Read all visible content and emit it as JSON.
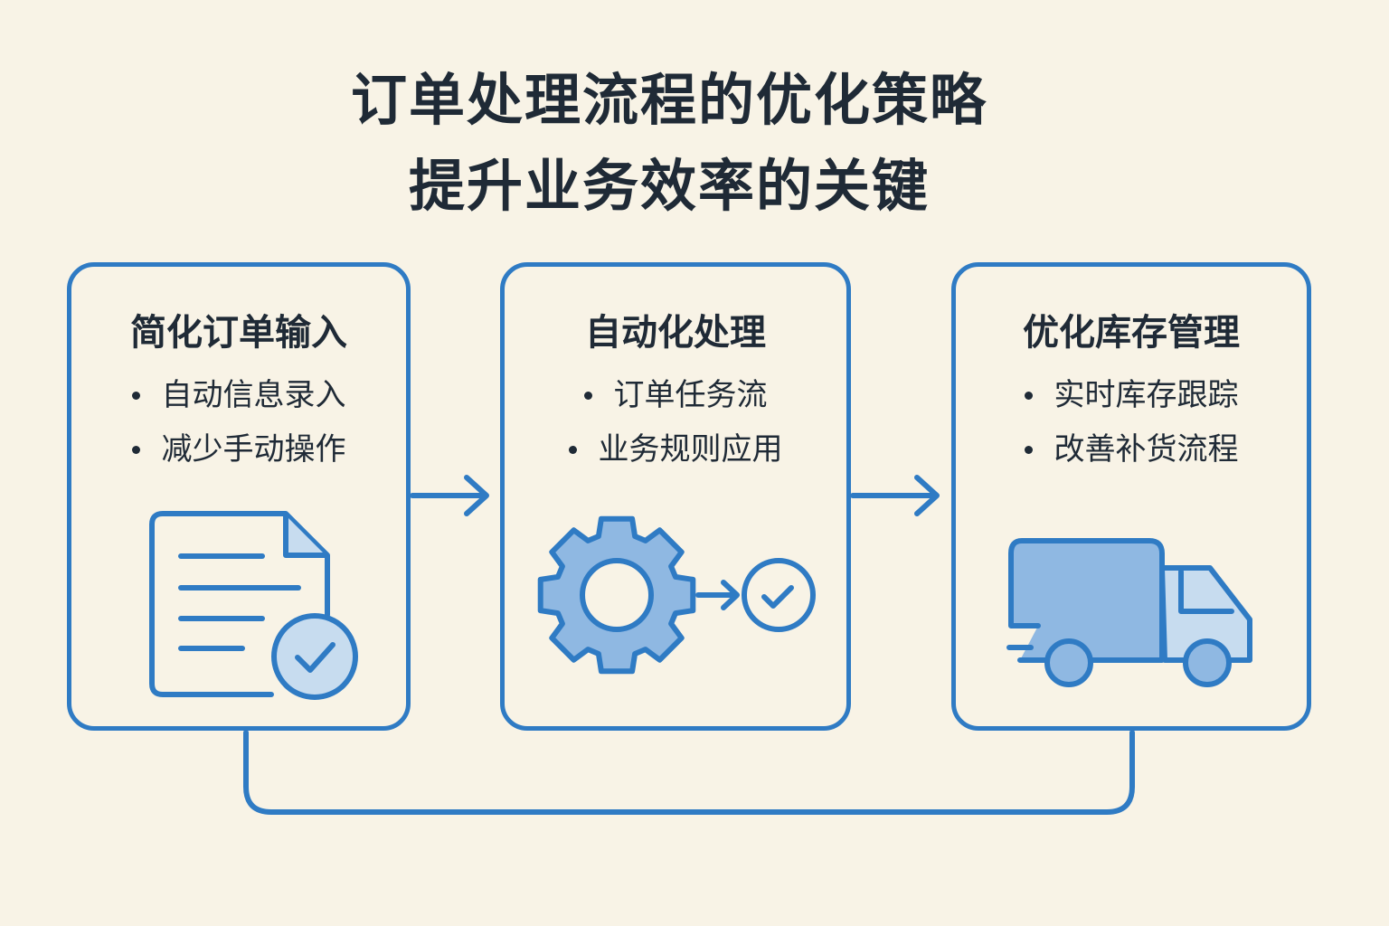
{
  "title": {
    "line1": "订单处理流程的优化策略",
    "line2": "提升业务效率的关键"
  },
  "steps": [
    {
      "title": "简化订单输入",
      "bullets": [
        "自动信息录入",
        "减少手动操作"
      ],
      "icon": "document-check-icon"
    },
    {
      "title": "自动化处理",
      "bullets": [
        "订单任务流",
        "业务规则应用"
      ],
      "icon": "gear-to-check-icon"
    },
    {
      "title": "优化库存管理",
      "bullets": [
        "实时库存跟踪",
        "改善补货流程"
      ],
      "icon": "delivery-truck-icon"
    }
  ],
  "colors": {
    "background": "#f8f3e6",
    "accent": "#2f7bc4",
    "fill": "#8fb8e2",
    "light": "#c7dcef",
    "text": "#1f2a36"
  }
}
